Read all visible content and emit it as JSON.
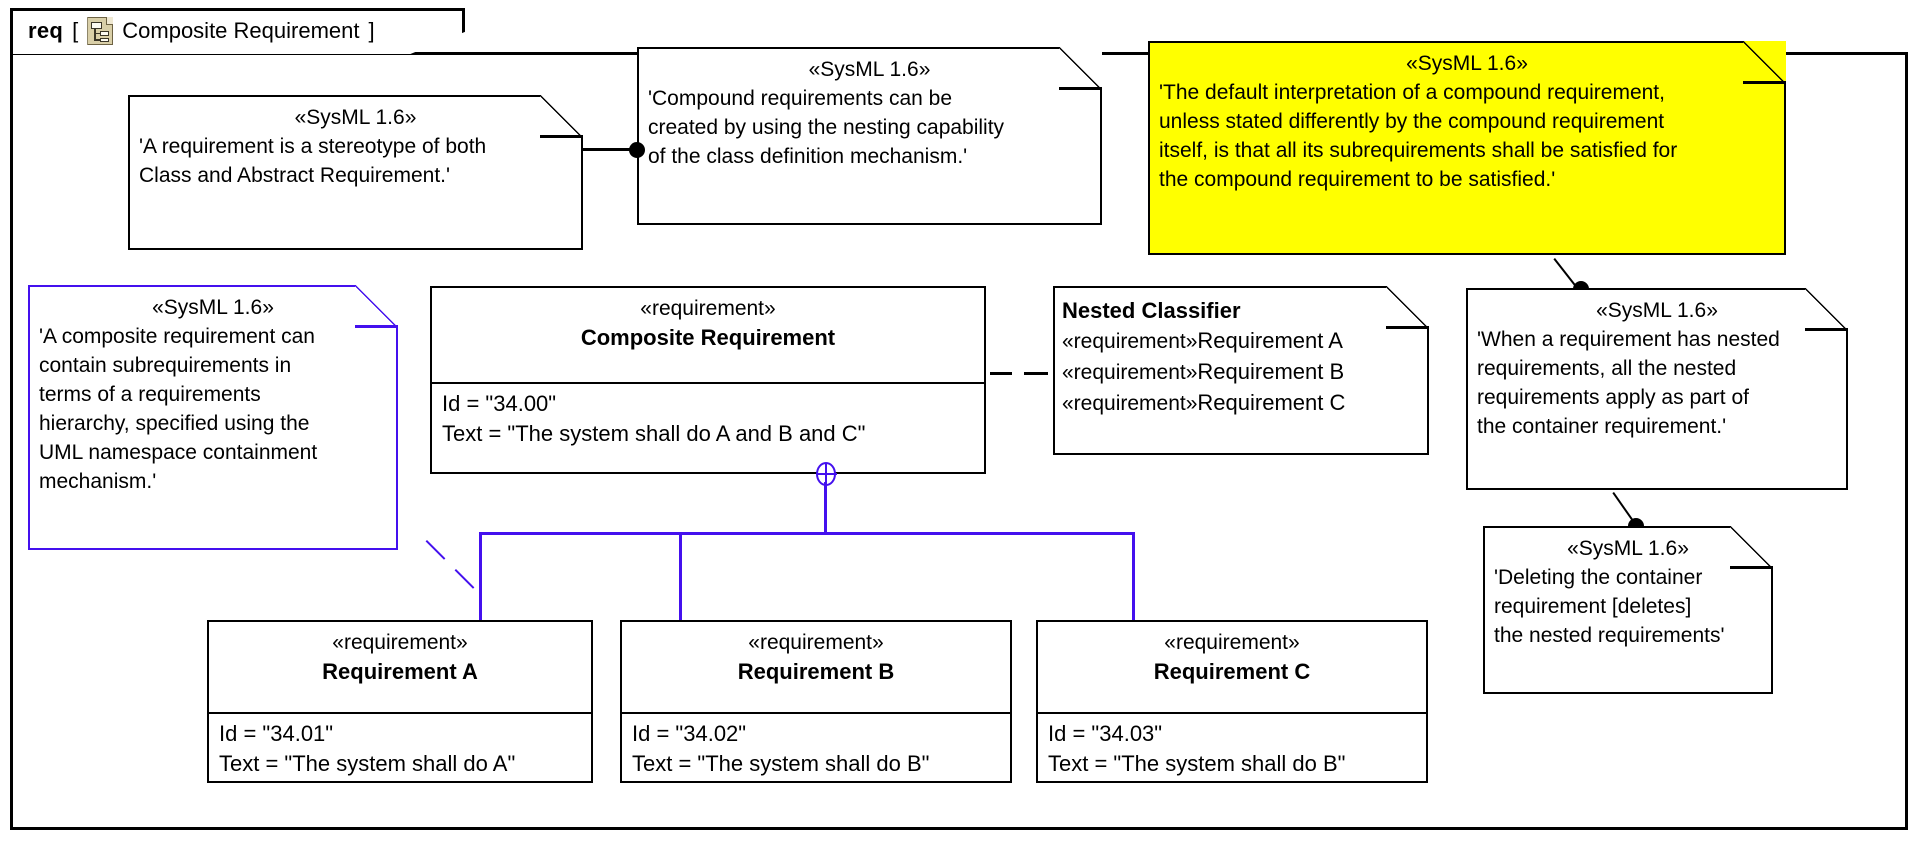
{
  "diagram": {
    "kind_label": "req",
    "bracket_open": "[",
    "bracket_close": "]",
    "name": "Composite Requirement",
    "icon": "requirement-document-icon",
    "accent_blue": "#4410EE",
    "highlight_yellow": "#FFFF00",
    "icon_fill": "#D9CFA8"
  },
  "notes": {
    "note_requirement_stereotype": {
      "stereotype": "«SysML 1.6»",
      "lines": [
        "'A requirement is a stereotype of both",
        "Class and Abstract Requirement.'"
      ]
    },
    "note_compound_nesting": {
      "stereotype": "«SysML 1.6»",
      "lines": [
        "'Compound requirements can be",
        "created by using the nesting capability",
        "of the class definition mechanism.'"
      ]
    },
    "note_default_interpretation": {
      "stereotype": "«SysML 1.6»",
      "lines": [
        "'The default interpretation of a compound requirement,",
        "unless stated differently by the compound requirement",
        "itself, is that all its subrequirements shall be satisfied for",
        "the compound requirement to be satisfied.'"
      ]
    },
    "note_composite_containment": {
      "stereotype": "«SysML 1.6»",
      "lines": [
        "'A composite requirement can",
        "contain subrequirements in",
        "terms of a requirements",
        "hierarchy, specified using the",
        "UML namespace containment",
        "mechanism.'"
      ]
    },
    "note_nested_apply": {
      "stereotype": "«SysML 1.6»",
      "lines": [
        "'When a requirement has nested",
        "requirements, all the nested",
        "requirements apply as part of",
        "the container requirement.'"
      ]
    },
    "note_deleting_container": {
      "stereotype": "«SysML 1.6»",
      "lines": [
        "'Deleting the container",
        "requirement [deletes]",
        "the nested requirements'"
      ]
    }
  },
  "nested_classifier": {
    "title": "Nested Classifier",
    "rows": [
      {
        "stereotype": "«requirement»",
        "name": "Requirement A"
      },
      {
        "stereotype": "«requirement»",
        "name": "Requirement B"
      },
      {
        "stereotype": "«requirement»",
        "name": "Requirement C"
      }
    ]
  },
  "blocks": {
    "composite": {
      "stereotype": "«requirement»",
      "name": "Composite Requirement",
      "id_line": "Id = \"34.00\"",
      "text_line": "Text = \"The system shall do A and B and C\""
    },
    "req_a": {
      "stereotype": "«requirement»",
      "name": "Requirement A",
      "id_line": "Id = \"34.01\"",
      "text_line": "Text = \"The system shall do A\""
    },
    "req_b": {
      "stereotype": "«requirement»",
      "name": "Requirement B",
      "id_line": "Id = \"34.02\"",
      "text_line": "Text = \"The system shall do B\""
    },
    "req_c": {
      "stereotype": "«requirement»",
      "name": "Requirement C",
      "id_line": "Id = \"34.03\"",
      "text_line": "Text = \"The system shall do B\""
    }
  }
}
